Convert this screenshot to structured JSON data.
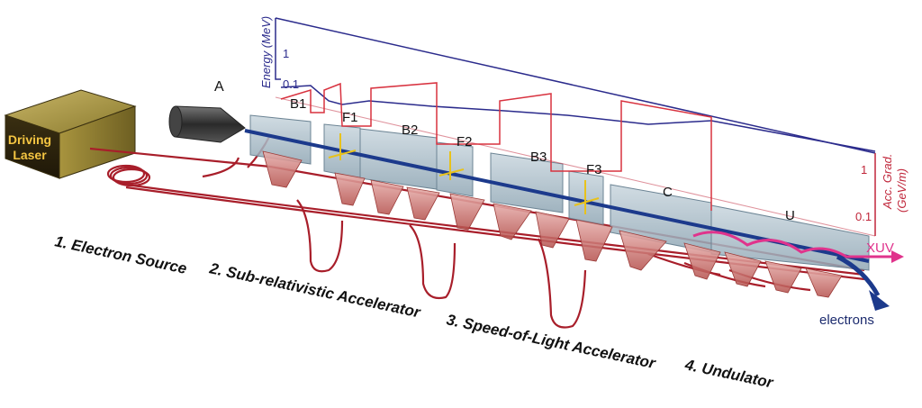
{
  "laser": {
    "line1": "Driving",
    "line2": "Laser"
  },
  "emitter_label": "A",
  "segment_labels": [
    "B1",
    "F1",
    "B2",
    "F2",
    "B3",
    "F3",
    "C",
    "U"
  ],
  "energy_axis": {
    "title": "Energy (MeV)",
    "ticks": [
      "1",
      "0.1"
    ]
  },
  "gradient_axis": {
    "title_line1": "Acc. Grad.",
    "title_line2": "(GeV/m)",
    "ticks": [
      "1",
      "0.1"
    ]
  },
  "outputs": {
    "xuv": "XUV",
    "electrons": "electrons"
  },
  "stages": [
    "1. Electron Source",
    "2. Sub-relativistic Accelerator",
    "3.  Speed-of-Light Accelerator",
    "4.  Undulator"
  ],
  "colors": {
    "laser_box": "#8a7a2e",
    "laser_text": "#f4c542",
    "fiber": "#a81e2a",
    "energy_line": "#2b2b8c",
    "gradient_line": "#d8323f",
    "beam": "#1c3a8c",
    "xuv": "#e0338c",
    "module": "#9fb3c0"
  }
}
